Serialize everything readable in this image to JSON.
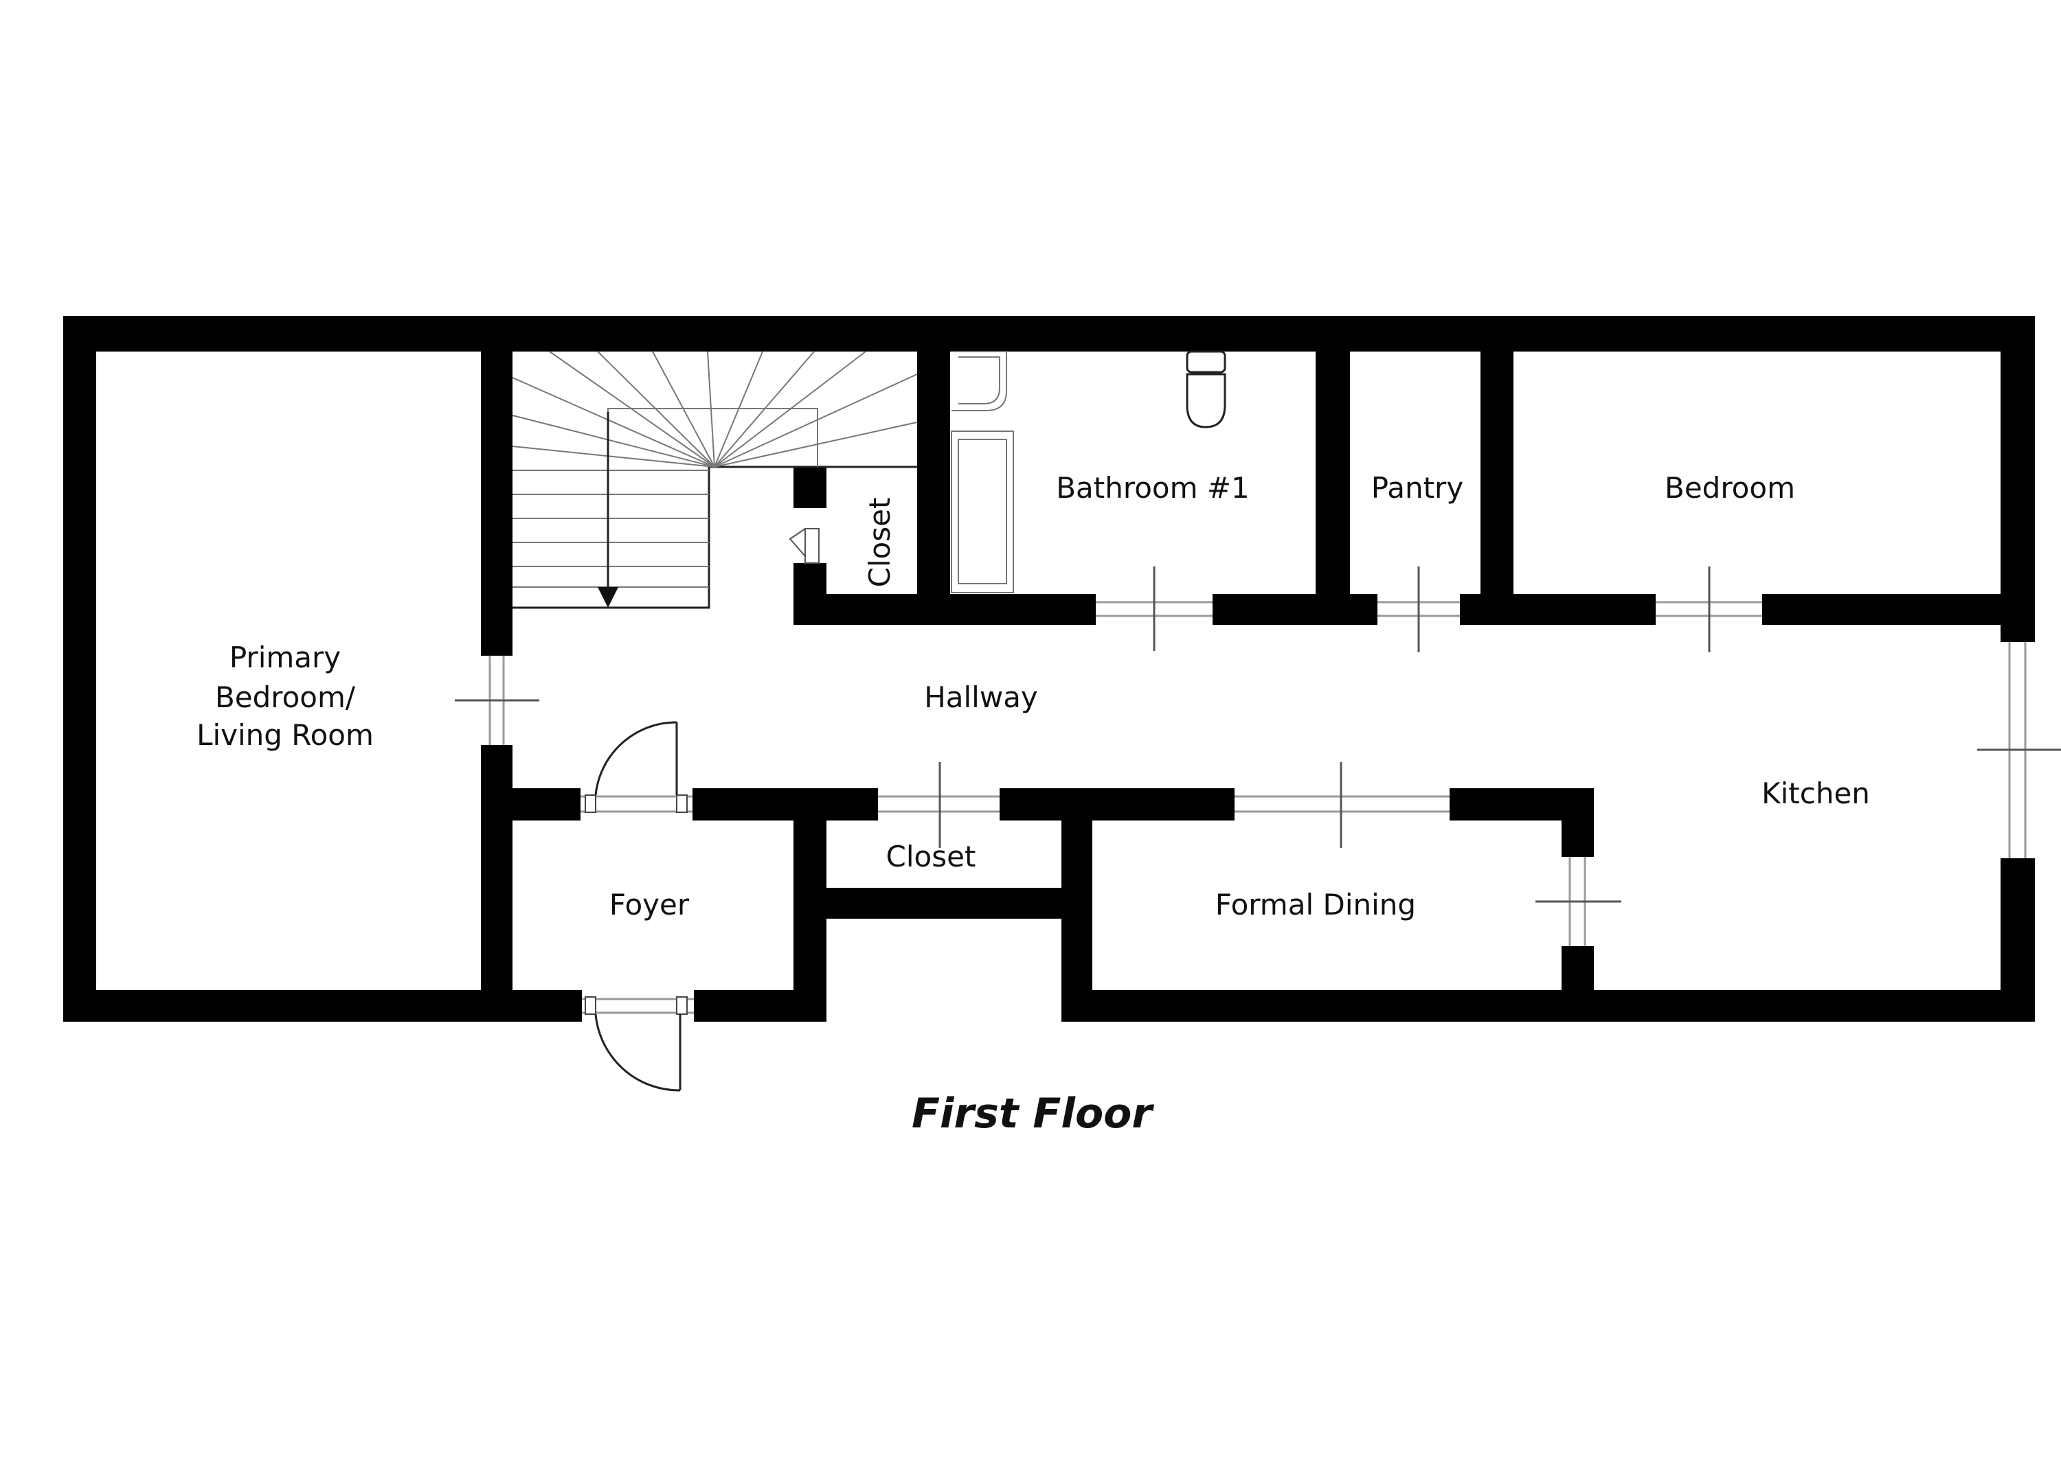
{
  "floor_title": "First Floor",
  "rooms": {
    "primary_bedroom": [
      "Primary",
      "Bedroom/",
      "Living Room"
    ],
    "closet_stair": "Closet",
    "bathroom": "Bathroom #1",
    "pantry": "Pantry",
    "bedroom": "Bedroom",
    "hallway": "Hallway",
    "kitchen": "Kitchen",
    "foyer": "Foyer",
    "closet_hall": "Closet",
    "formal_dining": "Formal Dining"
  }
}
